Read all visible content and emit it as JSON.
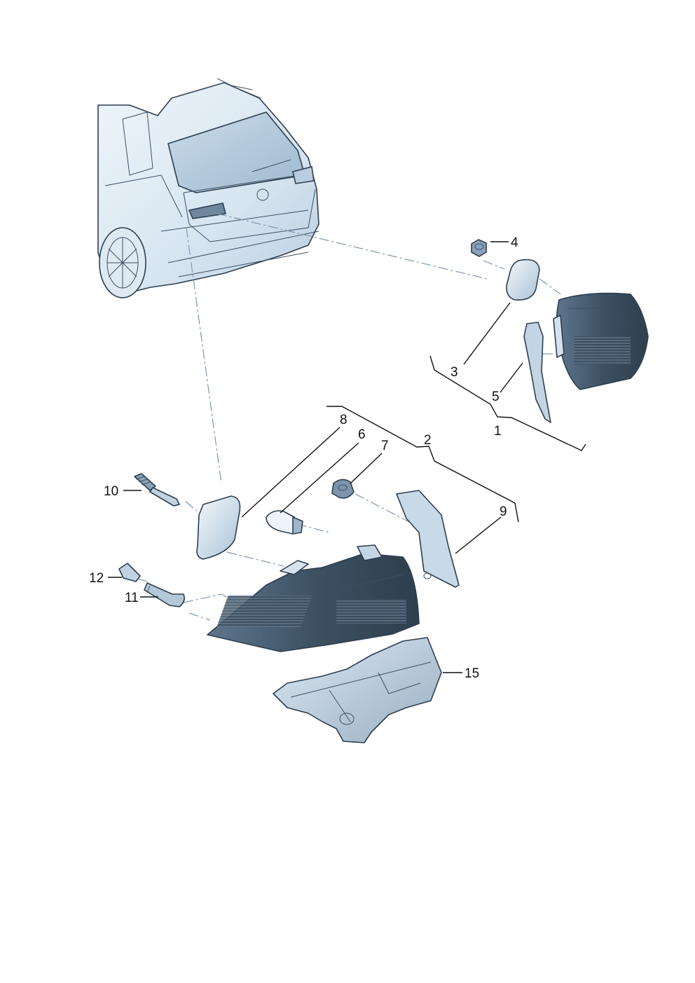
{
  "callouts": {
    "c1": "1",
    "c2": "2",
    "c3": "3",
    "c4": "4",
    "c5": "5",
    "c6": "6",
    "c7": "7",
    "c8": "8",
    "c9": "9",
    "c10": "10",
    "c11": "11",
    "c12": "12",
    "c15": "15"
  },
  "colors": {
    "part_fill_light": "#e8f1f8",
    "part_fill_mid": "#b9cfe0",
    "part_fill_dark": "#4d6478",
    "outline": "#2c3e50",
    "centerline": "#7f97ad"
  }
}
